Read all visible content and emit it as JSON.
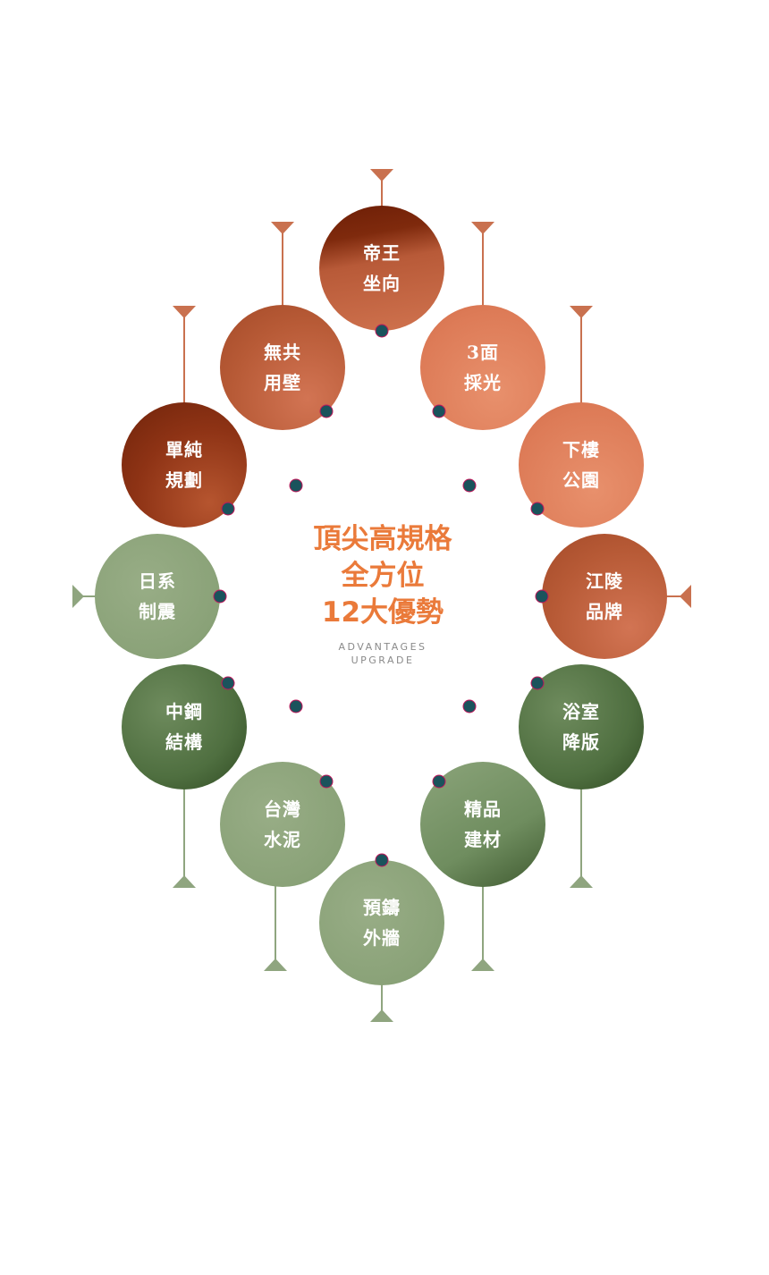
{
  "center": {
    "line1": "頂尖高規格",
    "line2": "全方位",
    "line3": "12大優勢",
    "sub1": "ADVANTAGES",
    "sub2": "UPGRADE"
  },
  "items": [
    {
      "l1": "帝王",
      "l2": "坐向"
    },
    {
      "l1": "3面",
      "l2": "採光"
    },
    {
      "l1": "下樓",
      "l2": "公園"
    },
    {
      "l1": "江陵",
      "l2": "品牌"
    },
    {
      "l1": "浴室",
      "l2": "降版"
    },
    {
      "l1": "精品",
      "l2": "建材"
    },
    {
      "l1": "預鑄",
      "l2": "外牆"
    },
    {
      "l1": "台灣",
      "l2": "水泥"
    },
    {
      "l1": "中鋼",
      "l2": "結構"
    },
    {
      "l1": "日系",
      "l2": "制震"
    },
    {
      "l1": "單純",
      "l2": "規劃"
    },
    {
      "l1": "無共",
      "l2": "用壁"
    }
  ],
  "colors": {
    "terracotta": "#c9714f",
    "green": "#8fa57f",
    "dot": "#1a535c",
    "title": "#ea7a3a"
  }
}
